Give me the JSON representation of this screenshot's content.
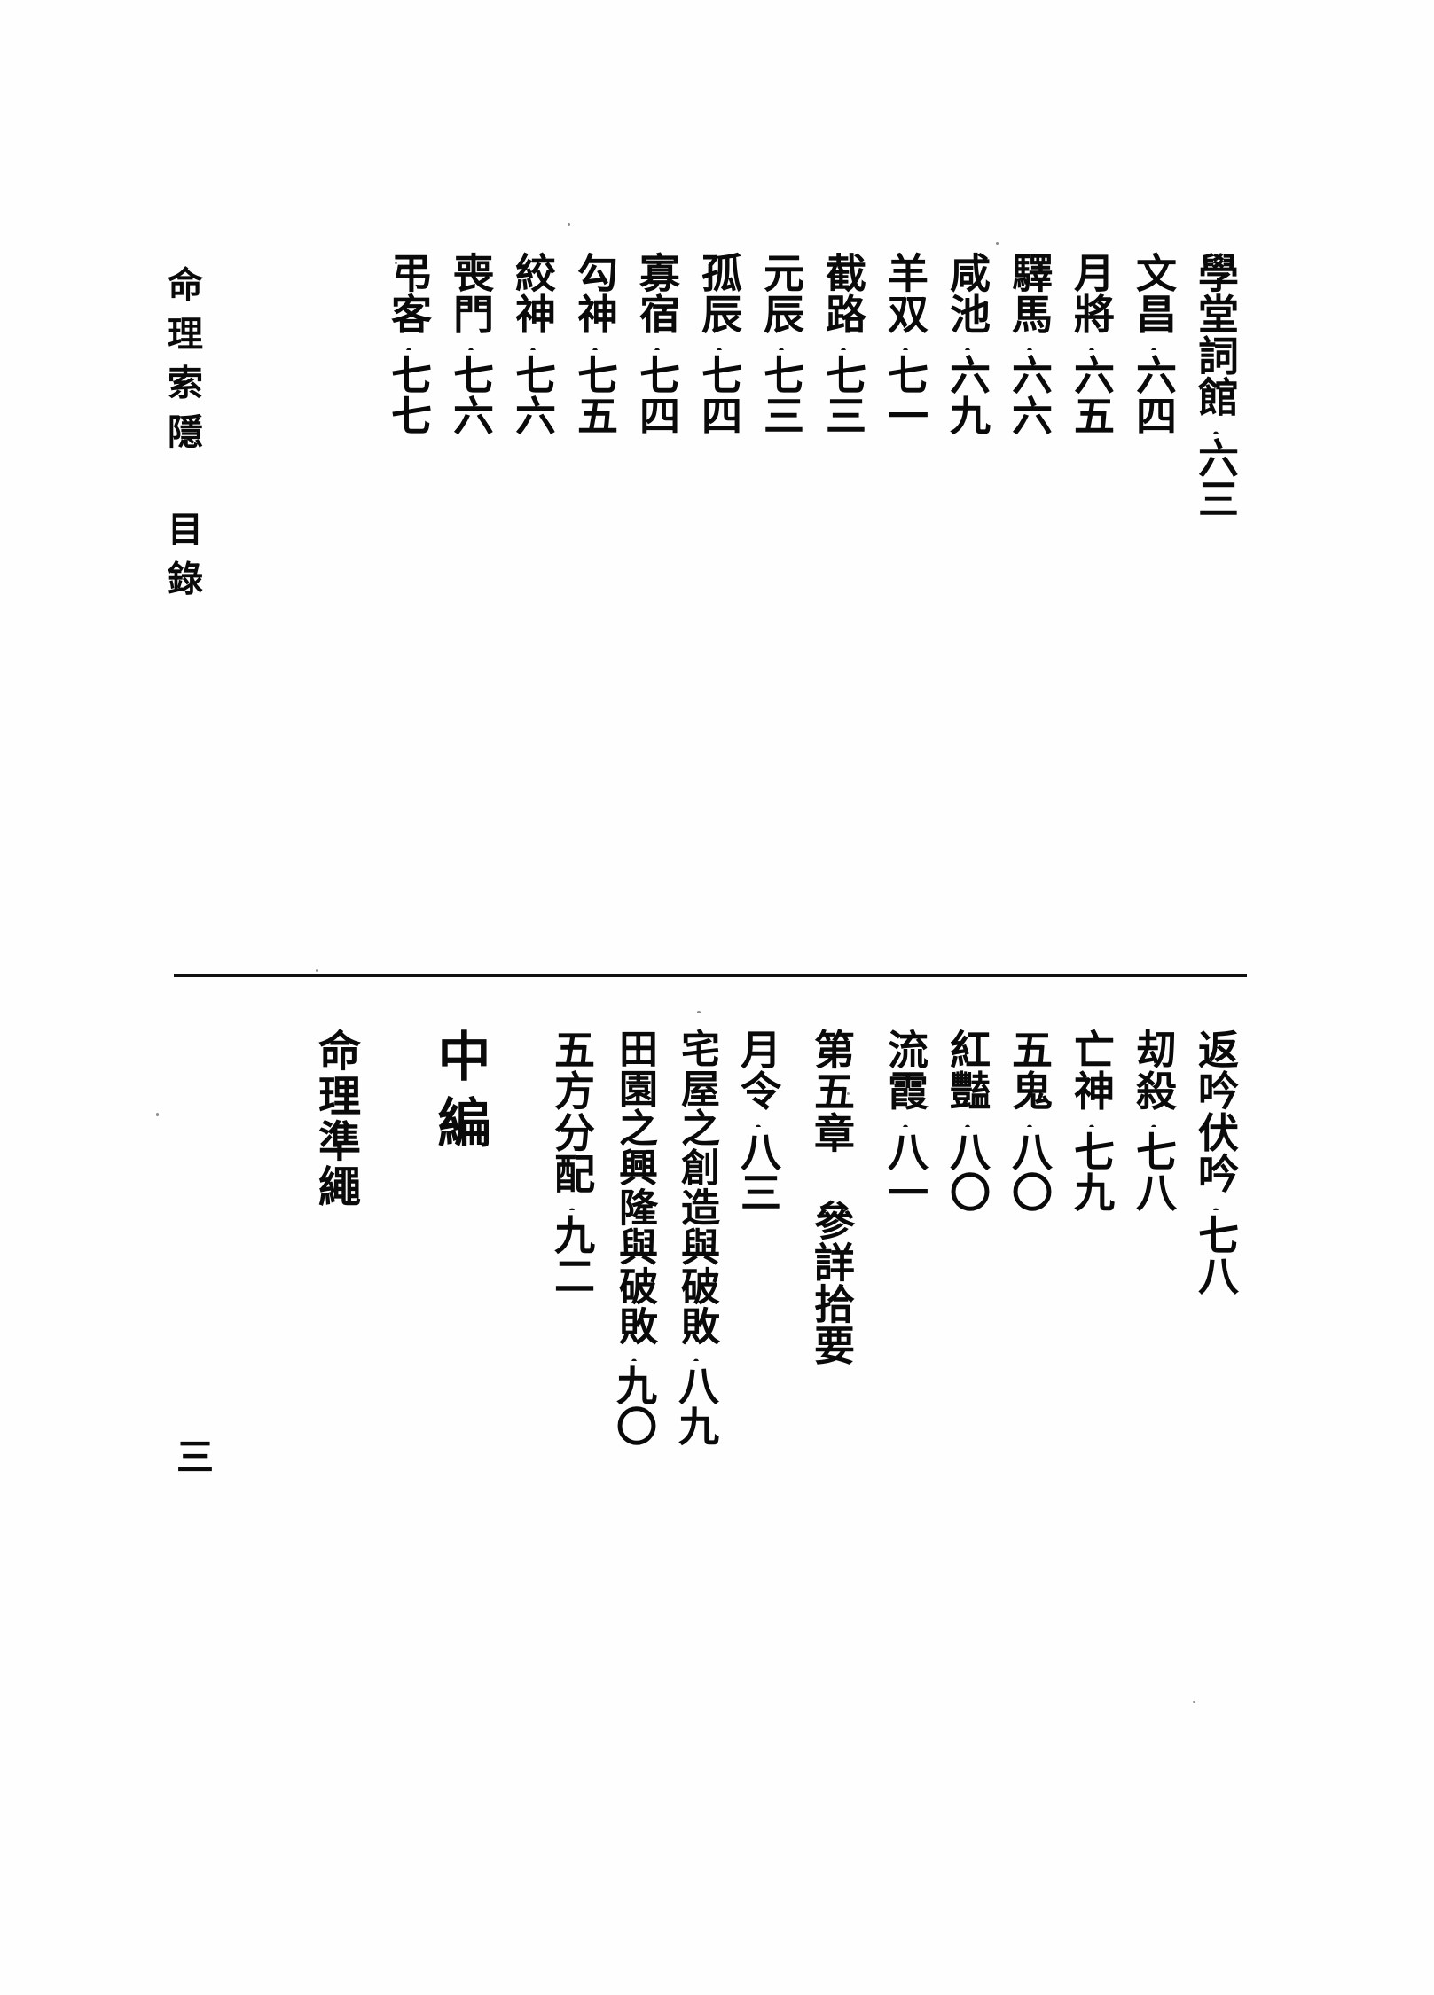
{
  "book": {
    "running_head": "命理索隱　目錄",
    "folio": "三"
  },
  "toc_top": {
    "entries": [
      {
        "title": "學堂詞館",
        "page": "六三"
      },
      {
        "title": "文昌",
        "page": "六四"
      },
      {
        "title": "月將",
        "page": "六五"
      },
      {
        "title": "驛馬",
        "page": "六六"
      },
      {
        "title": "咸池",
        "page": "六九"
      },
      {
        "title": "羊双",
        "page": "七一"
      },
      {
        "title": "截路",
        "page": "七三"
      },
      {
        "title": "元辰",
        "page": "七三"
      },
      {
        "title": "孤辰",
        "page": "七四"
      },
      {
        "title": "寡宿",
        "page": "七四"
      },
      {
        "title": "勾神",
        "page": "七五"
      },
      {
        "title": "絞神",
        "page": "七六"
      },
      {
        "title": "喪門",
        "page": "七六"
      },
      {
        "title": "弔客",
        "page": "七七"
      }
    ]
  },
  "toc_bottom": {
    "entries": [
      {
        "title": "返吟伏吟",
        "page": "七八"
      },
      {
        "title": "刧殺",
        "page": "七八"
      },
      {
        "title": "亡神",
        "page": "七九"
      },
      {
        "title": "五鬼",
        "page": "八〇"
      },
      {
        "title": "紅豔",
        "page": "八〇"
      },
      {
        "title": "流霞",
        "page": "八一"
      }
    ],
    "chapter": {
      "number_label": "第五章",
      "name": "參詳拾要"
    },
    "chapter_entries": [
      {
        "title": "月令",
        "page": "八三"
      },
      {
        "title": "宅屋之創造與破敗",
        "page": "八九"
      },
      {
        "title": "田園之興隆與破敗",
        "page": "九〇"
      },
      {
        "title": "五方分配",
        "page": "九二"
      }
    ],
    "part": {
      "label": "中編",
      "name": "命理準繩"
    }
  }
}
